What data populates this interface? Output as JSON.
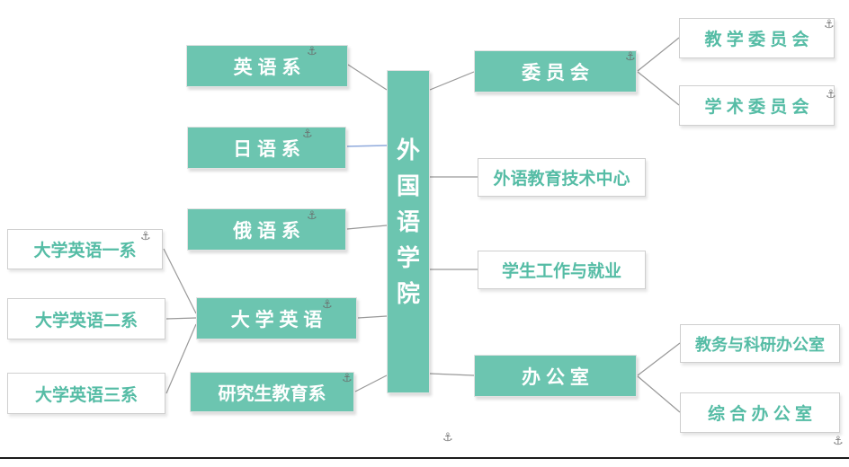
{
  "colors": {
    "node_fill_teal": "#6cc5b0",
    "node_text_white": "#ffffff",
    "node_text_teal": "#55bca5",
    "connector_gray": "#999999",
    "connector_blue": "#8faadc",
    "border_gray": "#cfcfcf"
  },
  "icons": {
    "anchor": "⚓"
  },
  "diagram": {
    "nodes": {
      "root": {
        "label": "外国语学院",
        "variant": "teal"
      },
      "english": {
        "label": "英 语 系",
        "variant": "teal"
      },
      "japanese": {
        "label": "日 语 系",
        "variant": "teal"
      },
      "russian": {
        "label": "俄 语 系",
        "variant": "teal"
      },
      "college_english": {
        "label": "大 学 英 语",
        "variant": "teal"
      },
      "graduate": {
        "label": "研究生教育系",
        "variant": "teal"
      },
      "ce1": {
        "label": "大学英语一系",
        "variant": "white"
      },
      "ce2": {
        "label": "大学英语二系",
        "variant": "white"
      },
      "ce3": {
        "label": "大学英语三系",
        "variant": "white"
      },
      "committee": {
        "label": "委 员 会",
        "variant": "teal"
      },
      "teaching_committee": {
        "label": "教 学 委 员 会",
        "variant": "white"
      },
      "academic_committee": {
        "label": "学 术 委 员 会",
        "variant": "white"
      },
      "tech_center": {
        "label": "外语教育技术中心",
        "variant": "white"
      },
      "student_work": {
        "label": "学生工作与就业",
        "variant": "white"
      },
      "office": {
        "label": "办 公 室",
        "variant": "teal"
      },
      "academic_office": {
        "label": "教务与科研办公室",
        "variant": "white"
      },
      "general_office": {
        "label": "综 合 办 公 室",
        "variant": "white"
      }
    },
    "edges": [
      [
        "root",
        "english"
      ],
      [
        "root",
        "japanese"
      ],
      [
        "root",
        "russian"
      ],
      [
        "root",
        "college_english"
      ],
      [
        "root",
        "graduate"
      ],
      [
        "root",
        "committee"
      ],
      [
        "root",
        "tech_center"
      ],
      [
        "root",
        "student_work"
      ],
      [
        "root",
        "office"
      ],
      [
        "college_english",
        "ce1"
      ],
      [
        "college_english",
        "ce2"
      ],
      [
        "college_english",
        "ce3"
      ],
      [
        "committee",
        "teaching_committee"
      ],
      [
        "committee",
        "academic_committee"
      ],
      [
        "office",
        "academic_office"
      ],
      [
        "office",
        "general_office"
      ]
    ]
  }
}
